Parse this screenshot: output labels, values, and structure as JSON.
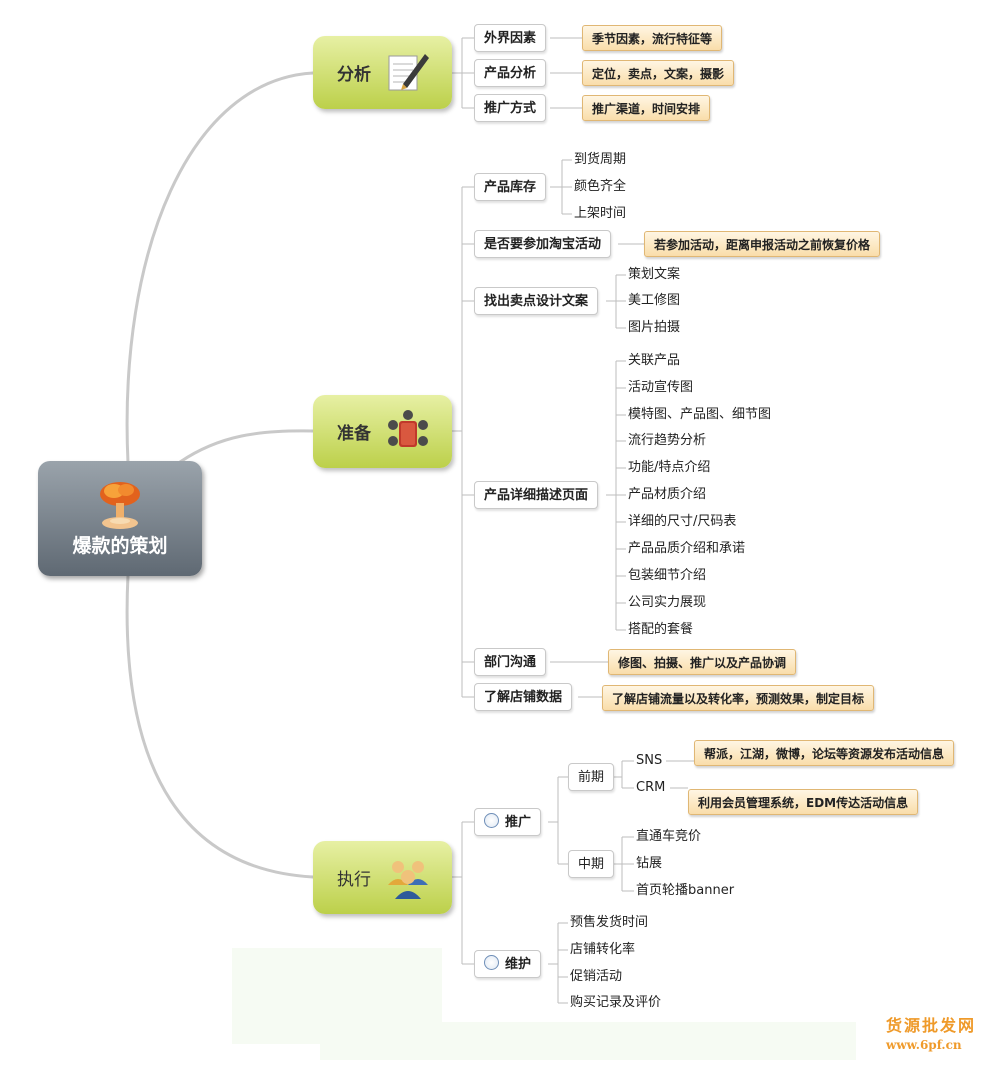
{
  "center": {
    "label": "爆款的策划",
    "icon": "mushroom-cloud-icon"
  },
  "branches": {
    "analysis": {
      "label": "分析",
      "icon": "document-pen-icon"
    },
    "prepare": {
      "label": "准备",
      "icon": "meeting-table-icon"
    },
    "execute": {
      "label": "执行",
      "icon": "people-group-icon"
    }
  },
  "analysis": {
    "external": {
      "label": "外界因素",
      "note": "季节因素，流行特征等"
    },
    "product": {
      "label": "产品分析",
      "note": "定位，卖点，文案，摄影"
    },
    "promo": {
      "label": "推广方式",
      "note": "推广渠道，时间安排"
    }
  },
  "prepare": {
    "stock": {
      "label": "产品库存",
      "items": [
        "到货周期",
        "颜色齐全",
        "上架时间"
      ]
    },
    "taobao": {
      "label": "是否要参加淘宝活动",
      "note": "若参加活动，距离申报活动之前恢复价格"
    },
    "selling": {
      "label": "找出卖点设计文案",
      "items": [
        "策划文案",
        "美工修图",
        "图片拍摄"
      ]
    },
    "detail": {
      "label": "产品详细描述页面",
      "items": [
        "关联产品",
        "活动宣传图",
        "模特图、产品图、细节图",
        "流行趋势分析",
        "功能/特点介绍",
        "产品材质介绍",
        "详细的尺寸/尺码表",
        "产品品质介绍和承诺",
        "包装细节介绍",
        "公司实力展现",
        "搭配的套餐"
      ]
    },
    "dept": {
      "label": "部门沟通",
      "note": "修图、拍摄、推广以及产品协调"
    },
    "data": {
      "label": "了解店铺数据",
      "note": "了解店铺流量以及转化率，预测效果，制定目标"
    }
  },
  "execute": {
    "promo": {
      "label": "推广",
      "early": {
        "label": "前期",
        "sns": {
          "label": "SNS",
          "note": "帮派，江湖，微博，论坛等资源发布活动信息"
        },
        "crm": {
          "label": "CRM",
          "note": "利用会员管理系统，EDM传达活动信息"
        }
      },
      "mid": {
        "label": "中期",
        "items": [
          "直通车竞价",
          "钻展",
          "首页轮播banner"
        ]
      }
    },
    "maintain": {
      "label": "维护",
      "items": [
        "预售发货时间",
        "店铺转化率",
        "促销活动",
        "购买记录及评价"
      ]
    }
  },
  "watermark": {
    "line1": "货源批发网",
    "line2": "www.6pf.cn"
  }
}
